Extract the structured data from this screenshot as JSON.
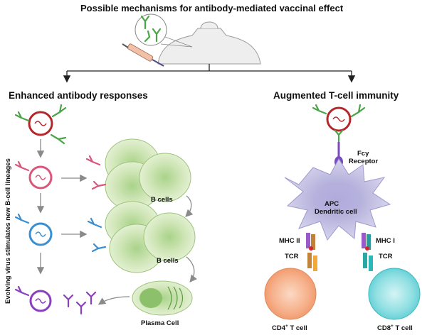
{
  "title": "Possible mechanisms for antibody-mediated vaccinal effect",
  "left_section": {
    "heading": "Enhanced antibody responses",
    "side_note": "Evolving virus stimulates new B-cell lineages",
    "b_cells_label_1": "B cells",
    "b_cells_label_2": "B cells",
    "plasma_cell_label": "Plasma Cell"
  },
  "right_section": {
    "heading": "Augmented T-cell immunity",
    "fc_receptor_line1": "Fcγ",
    "fc_receptor_line2": "Receptor",
    "apc_line1": "APC",
    "apc_line2": "Dendritic cell",
    "mhc2": "MHC II",
    "mhc1": "MHC I",
    "tcr_left": "TCR",
    "tcr_right": "TCR",
    "cd4_prefix": "CD4",
    "cd4_suffix": " T cell",
    "cd8_prefix": "CD8",
    "cd8_suffix": " T cell",
    "sup": "+"
  },
  "colors": {
    "virus_red": "#b5262a",
    "virus_pink": "#d9577a",
    "virus_blue": "#3a8fd0",
    "virus_purple": "#8a3fc0",
    "antibody_green": "#4aa547",
    "bcell_green": "#cfe5b6",
    "apc_lavender": "#c9c6e6",
    "cd4_orange": "#f6a67d",
    "cd8_teal": "#6fd3d8"
  }
}
